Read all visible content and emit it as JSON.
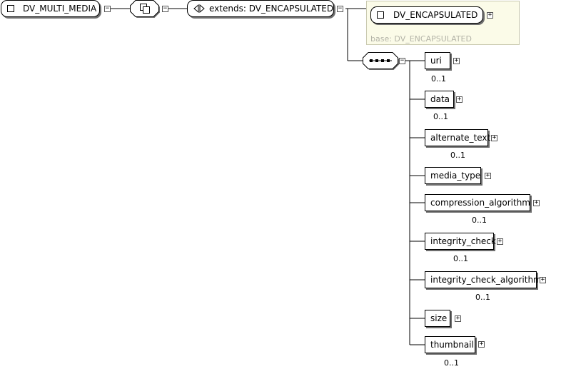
{
  "root": {
    "label": "DV_MULTI_MEDIA",
    "toggle": "−"
  },
  "extension": {
    "label": "extends: DV_ENCAPSULATED",
    "toggle": "−"
  },
  "base": {
    "label": "DV_ENCAPSULATED",
    "toggle": "+",
    "caption": "base: DV_ENCAPSULATED"
  },
  "sequence": {
    "toggle": "−"
  },
  "elements": [
    {
      "label": "uri",
      "toggle": "+",
      "cardinality": "0..1"
    },
    {
      "label": "data",
      "toggle": "+",
      "cardinality": "0..1"
    },
    {
      "label": "alternate_text",
      "toggle": "+",
      "cardinality": "0..1"
    },
    {
      "label": "media_type",
      "toggle": "+",
      "cardinality": ""
    },
    {
      "label": "compression_algorithm",
      "toggle": "+",
      "cardinality": "0..1"
    },
    {
      "label": "integrity_check",
      "toggle": "+",
      "cardinality": "0..1"
    },
    {
      "label": "integrity_check_algorithm",
      "toggle": "+",
      "cardinality": "0..1"
    },
    {
      "label": "size",
      "toggle": "+",
      "cardinality": ""
    },
    {
      "label": "thumbnail",
      "toggle": "+",
      "cardinality": "0..1"
    }
  ],
  "colors": {
    "line": "#000000",
    "shadow": "#6e6e6e",
    "base_fill": "#fbfbe8",
    "base_text": "#b4b4a8"
  }
}
